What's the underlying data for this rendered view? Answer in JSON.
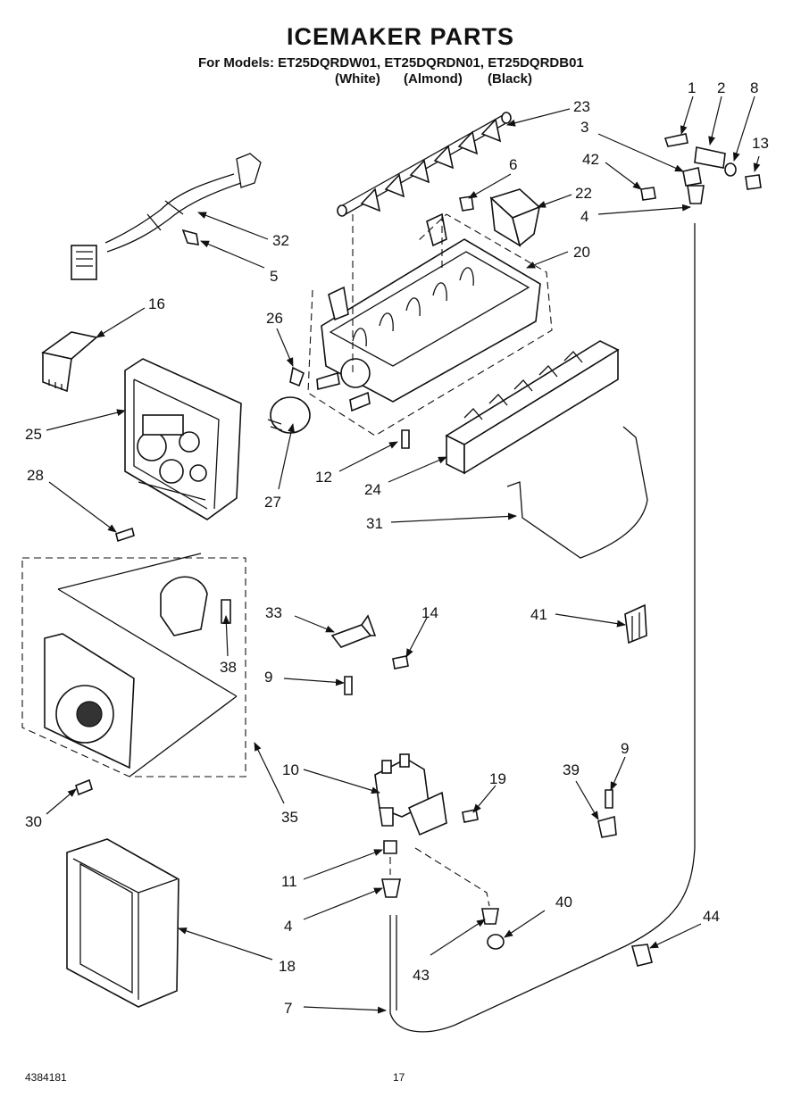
{
  "title": "ICEMAKER PARTS",
  "subtitle": "For Models: ET25DQRDW01, ET25DQRDN01, ET25DQRDB01",
  "finishes": [
    "(White)",
    "(Almond)",
    "(Black)"
  ],
  "footer": {
    "doc_number": "4384181",
    "page": "17"
  },
  "part_numbers": [
    "1",
    "2",
    "8",
    "3",
    "13",
    "42",
    "4",
    "23",
    "6",
    "22",
    "20",
    "32",
    "5",
    "16",
    "26",
    "25",
    "12",
    "24",
    "27",
    "28",
    "31",
    "33",
    "14",
    "41",
    "9",
    "38",
    "10",
    "19",
    "9",
    "39",
    "30",
    "35",
    "11",
    "4",
    "40",
    "18",
    "43",
    "44",
    "7"
  ]
}
